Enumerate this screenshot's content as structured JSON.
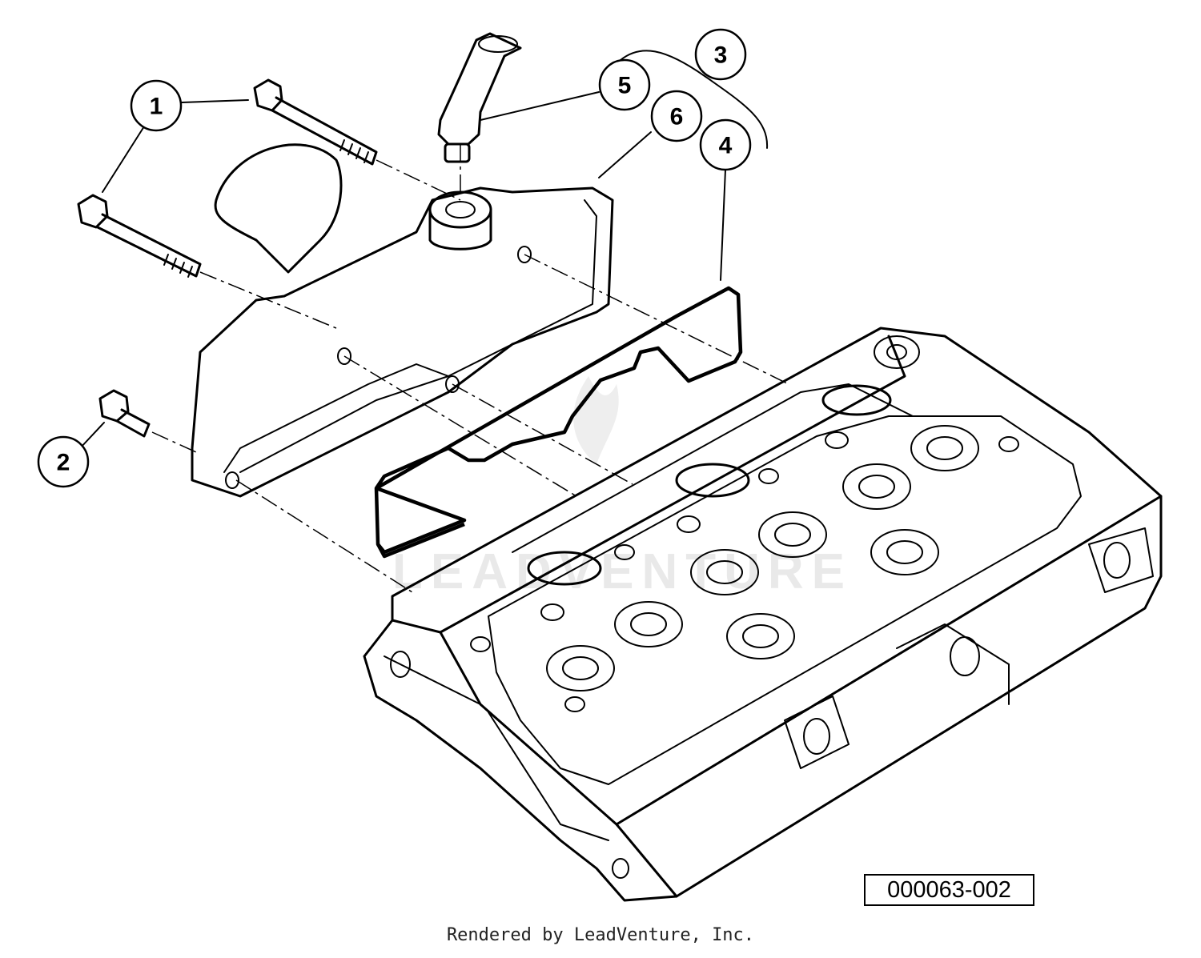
{
  "diagram": {
    "callouts": [
      {
        "id": "1",
        "label": "1"
      },
      {
        "id": "2",
        "label": "2"
      },
      {
        "id": "3",
        "label": "3"
      },
      {
        "id": "4",
        "label": "4"
      },
      {
        "id": "5",
        "label": "5"
      },
      {
        "id": "6",
        "label": "6"
      }
    ],
    "figure_number": "000063-002",
    "watermark": "LEADVENTURE"
  },
  "footer": {
    "text": "Rendered by LeadVenture, Inc."
  }
}
